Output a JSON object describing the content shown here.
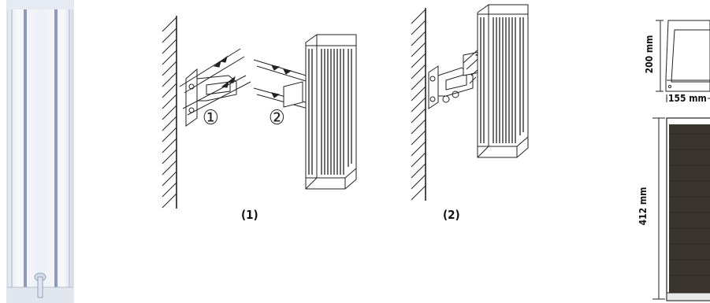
{
  "labels": {
    "step1": "(1)",
    "step2": "(2)",
    "marker1": "①",
    "marker2": "②"
  },
  "dimensions": {
    "height_top": "200 mm",
    "width_top": "155 mm",
    "height_front": "412 mm"
  },
  "colors": {
    "speaker_body": "#eef1f6",
    "speaker_accent": "#8d9bb8",
    "grille": "#3a342f",
    "line": "#222222"
  }
}
